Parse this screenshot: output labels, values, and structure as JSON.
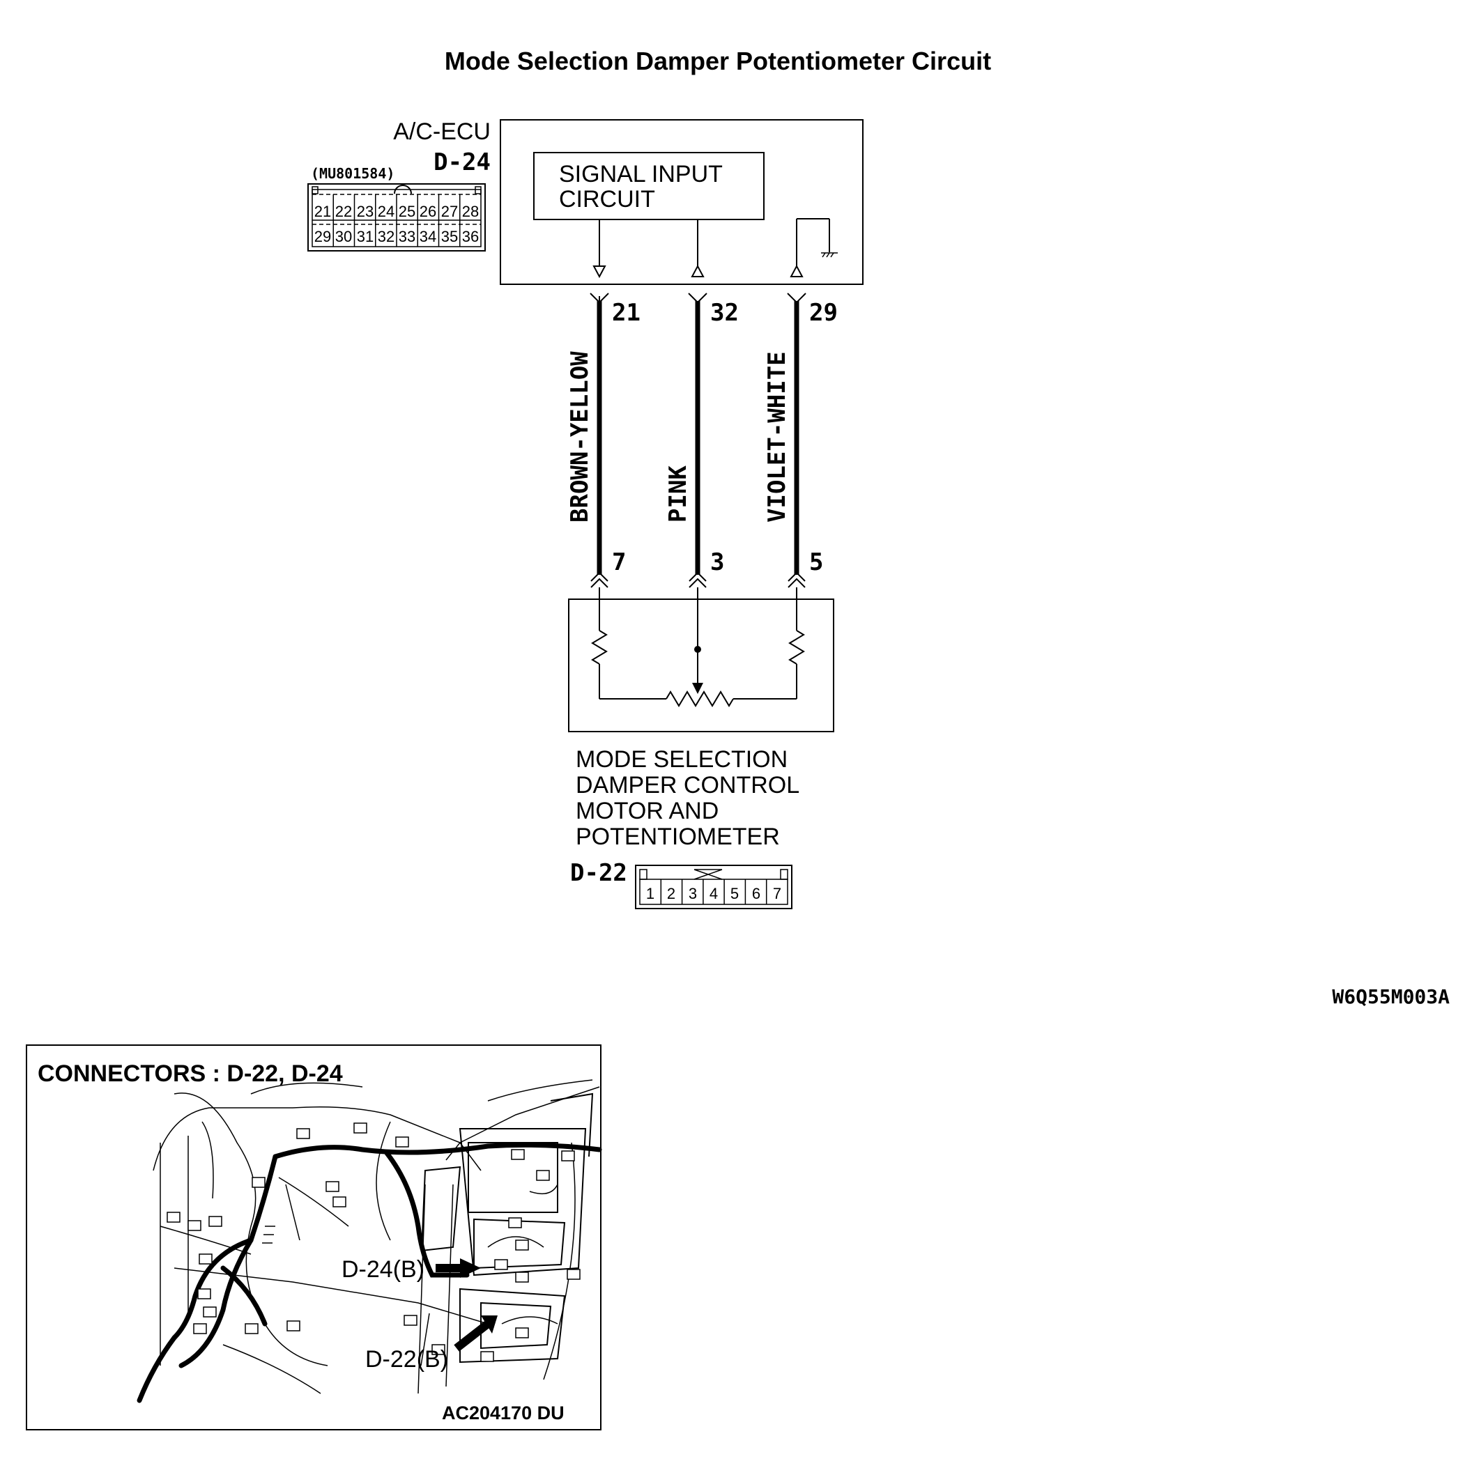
{
  "title": "Mode Selection Damper Potentiometer Circuit",
  "ecu": {
    "name": "A/C-ECU",
    "connector_id": "D-24",
    "part_number": "(MU801584)",
    "pins_top": [
      "21",
      "22",
      "23",
      "24",
      "25",
      "26",
      "27",
      "28"
    ],
    "pins_bottom": [
      "29",
      "30",
      "31",
      "32",
      "33",
      "34",
      "35",
      "36"
    ],
    "signal_block": [
      "SIGNAL INPUT",
      "CIRCUIT"
    ]
  },
  "wires": [
    {
      "ecu_pin": "21",
      "color": "BROWN-YELLOW",
      "device_pin": "7"
    },
    {
      "ecu_pin": "32",
      "color": "PINK",
      "device_pin": "3"
    },
    {
      "ecu_pin": "29",
      "color": "VIOLET-WHITE",
      "device_pin": "5"
    }
  ],
  "device": {
    "label_lines": [
      "MODE SELECTION",
      "DAMPER CONTROL",
      "MOTOR AND",
      "POTENTIOMETER"
    ],
    "connector_id": "D-22",
    "pins": [
      "1",
      "2",
      "3",
      "4",
      "5",
      "6",
      "7"
    ]
  },
  "figure_code": "W6Q55M003A",
  "connectors_panel": {
    "title": "CONNECTORS : D-22, D-24",
    "callouts": [
      "D-24(B)",
      "D-22(B)"
    ],
    "code": "AC204170 DU"
  }
}
